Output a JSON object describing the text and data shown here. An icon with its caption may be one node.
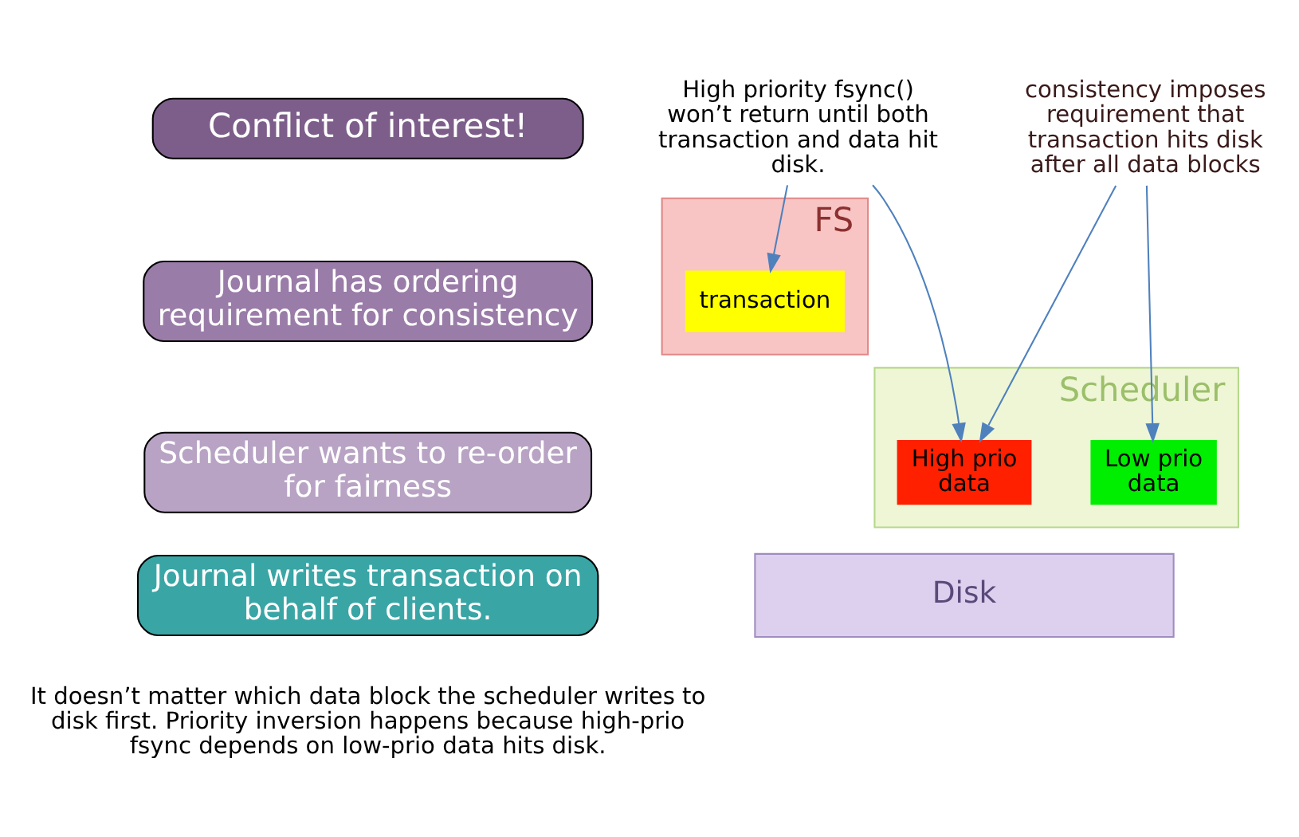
{
  "diagram": {
    "nodes": [
      {
        "text": [
          "Conflict of interest!"
        ]
      },
      {
        "text": [
          "Journal has ordering requirement for consistency"
        ]
      },
      {
        "text": [
          "Scheduler wants to re-order for fairness"
        ]
      },
      {
        "text": [
          "Journal writes transaction on behalf of clients."
        ]
      },
      {
        "text": [
          "High priority fsync() won’t return until both transaction and data hit disk."
        ]
      },
      {
        "text": [
          "consistency imposes requirement that transaction hits disk after all data blocks"
        ]
      },
      {
        "text": [
          "FS"
        ]
      },
      {
        "text": [
          "transaction"
        ],
        "in": 6
      },
      {
        "text": [
          "Scheduler"
        ]
      },
      {
        "text": [
          "High prio data"
        ],
        "in": 8
      },
      {
        "text": [
          "Low prio data"
        ],
        "in": 8
      },
      {
        "text": [
          "Disk"
        ]
      }
    ],
    "edges": [
      {
        "from": 4,
        "to": 7,
        "arrow": "to"
      },
      {
        "from": 4,
        "to": 9,
        "arrow": "to"
      },
      {
        "from": 5,
        "to": 9,
        "arrow": "to"
      },
      {
        "from": 5,
        "to": 10,
        "arrow": "to"
      }
    ],
    "labels": [
      "It doesn’t matter which data block the scheduler writes to disk first. Priority inversion happens because high-prio fsync depends on low-prio data hits disk."
    ]
  }
}
